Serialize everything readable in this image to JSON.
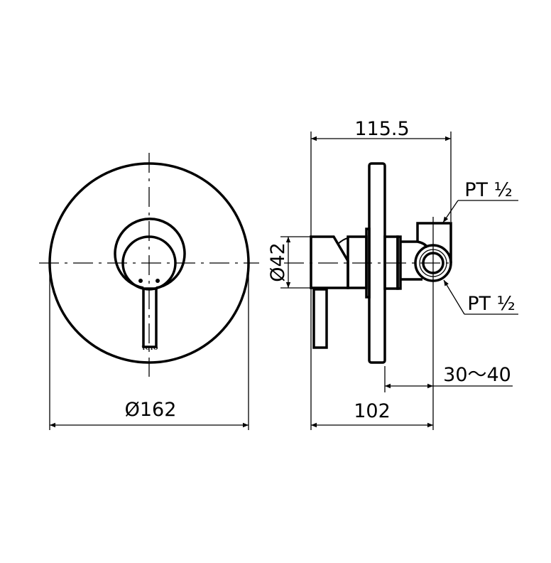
{
  "drawing": {
    "dimensions": {
      "overall_depth": "115.5",
      "body_depth": "102",
      "faceplate_diameter": "Ø162",
      "body_diameter": "Ø42",
      "wall_range": "30～40",
      "outlet_top": "PT ½",
      "outlet_bottom": "PT ½"
    },
    "logo": "TOTO",
    "line_color": "#000000",
    "background": "#ffffff"
  }
}
